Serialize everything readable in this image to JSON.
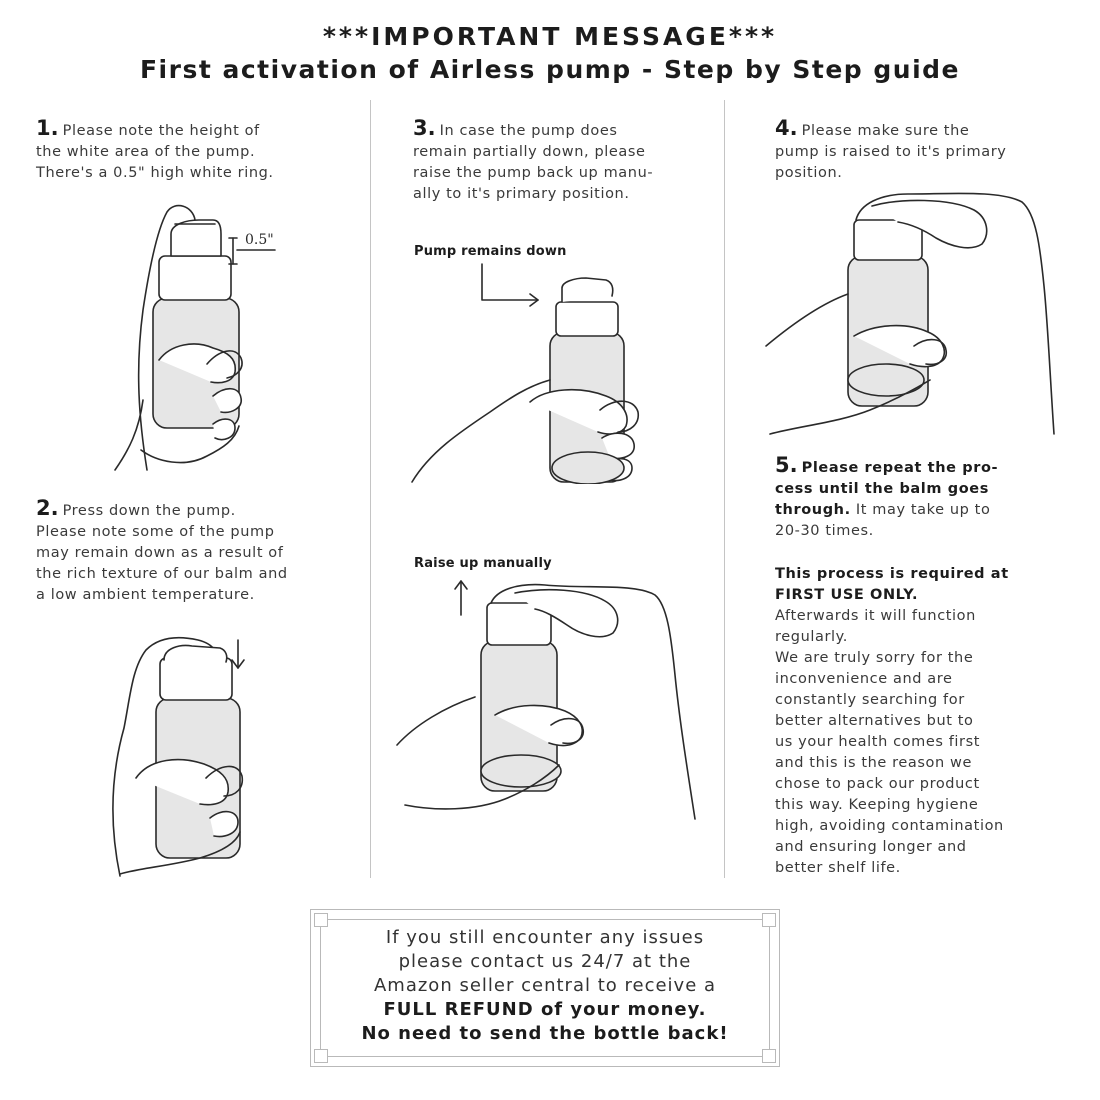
{
  "header": {
    "title": "***IMPORTANT MESSAGE***",
    "subtitle": "First activation of Airless pump - Step by Step guide"
  },
  "steps": [
    {
      "number": "1.",
      "lines": [
        "Please note the height of",
        "the white area of the pump.",
        "There's a 0.5\" high white ring."
      ]
    },
    {
      "number": "2.",
      "lines": [
        "Press down the pump.",
        "Please note some of the pump",
        "may remain down as a result of",
        "the rich texture of our balm and",
        "a low ambient temperature."
      ]
    },
    {
      "number": "3.",
      "lines": [
        "In case the pump does",
        "remain partially down, please",
        "raise the pump back up manu-",
        "ally to it's primary position."
      ]
    },
    {
      "number": "4.",
      "lines": [
        "Please make sure the",
        "pump is raised to it's primary",
        "position."
      ]
    },
    {
      "number": "5.",
      "bold_lines": [
        "Please repeat the pro-",
        "cess until the balm goes",
        "through."
      ],
      "tail_first": " It may take up to",
      "tail_lines": [
        "20-30 times."
      ]
    }
  ],
  "illustrations": {
    "measure_label": "0.5\"",
    "pump_remains_down": "Pump remains down",
    "raise_up_manually": "Raise up manually"
  },
  "note": {
    "bold_line1": "This process is required at",
    "bold_line2": "FIRST USE ONLY.",
    "lines": [
      "Afterwards it will function",
      "regularly.",
      "We are truly sorry for the",
      "inconvenience and are",
      "constantly searching for",
      "better alternatives but to",
      "us your health comes first",
      "and this is the reason we",
      "chose to pack our product",
      "this way. Keeping hygiene",
      "high, avoiding contamination",
      "and ensuring longer and",
      "better shelf life."
    ]
  },
  "footer_box": {
    "line1": "If you still encounter any issues",
    "line2": "please contact us 24/7 at the",
    "line3": "Amazon seller central to receive a",
    "bold1": "FULL REFUND",
    "line4_tail": " of your money.",
    "bold2": "No need to send the bottle back!"
  },
  "colors": {
    "ink": "#2a2a2a",
    "bottle": "#e6e6e6",
    "rule": "#c4c4c4"
  }
}
